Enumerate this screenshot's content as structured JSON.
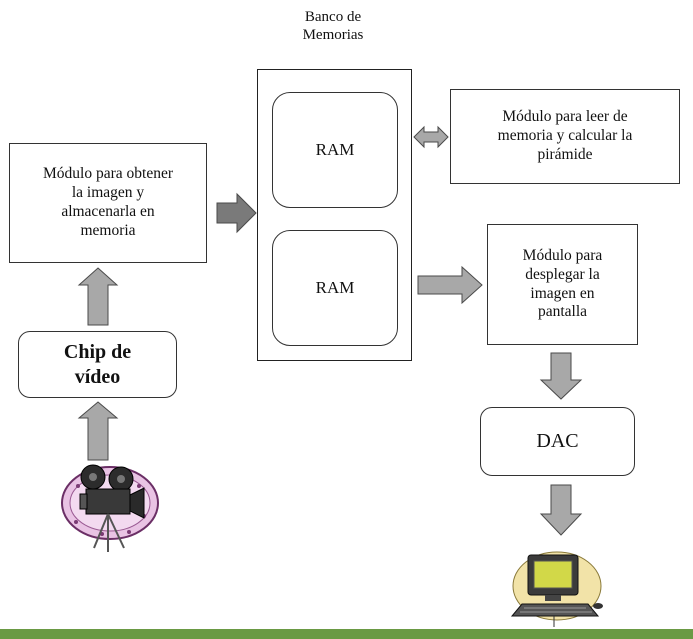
{
  "diagram": {
    "memory_bank_title": "Banco de\nMemorias",
    "ram_top_label": "RAM",
    "ram_bottom_label": "RAM",
    "acquire_module_label": "Módulo para obtener\nla imagen y\nalmacenarla en\nmemoria",
    "pyramid_module_label": "Módulo para leer de\nmemoria y calcular la\npirámide",
    "display_module_label": "Módulo para\ndesplegar la\nimagen en\npantalla",
    "video_chip_label": "Chip de\nvídeo",
    "dac_label": "DAC",
    "camera_icon": "movie-camera-icon",
    "computer_icon": "computer-icon"
  },
  "colors": {
    "arrow_fill": "#a8a8a8",
    "arrow_stroke": "#4a4a4a",
    "dark_arrow_fill": "#7a7a7a",
    "bottom_bar": "#6a9a44"
  }
}
